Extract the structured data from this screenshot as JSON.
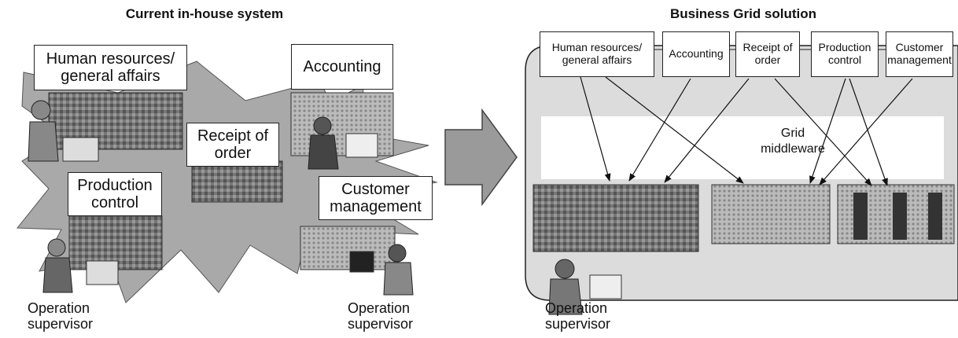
{
  "left": {
    "title": "Current in-house system",
    "departments": {
      "hr": "Human resources/\ngeneral affairs",
      "accounting": "Accounting",
      "receipt": "Receipt of\norder",
      "production": "Production\ncontrol",
      "customer": "Customer\nmanagement"
    },
    "operator_left": "Operation\nsupervisor",
    "operator_right": "Operation\nsupervisor"
  },
  "right": {
    "title": "Business Grid solution",
    "departments": {
      "hr": "Human resources/\ngeneral affairs",
      "accounting": "Accounting",
      "receipt": "Receipt of\norder",
      "production": "Production\ncontrol",
      "customer": "Customer\nmanagement"
    },
    "middleware": "Grid\nmiddleware",
    "operator": "Operation\nsupervisor"
  },
  "colors": {
    "burst": "#a9a9a9",
    "panel": "#dcdcdc",
    "arrow": "#9a9a9a"
  }
}
